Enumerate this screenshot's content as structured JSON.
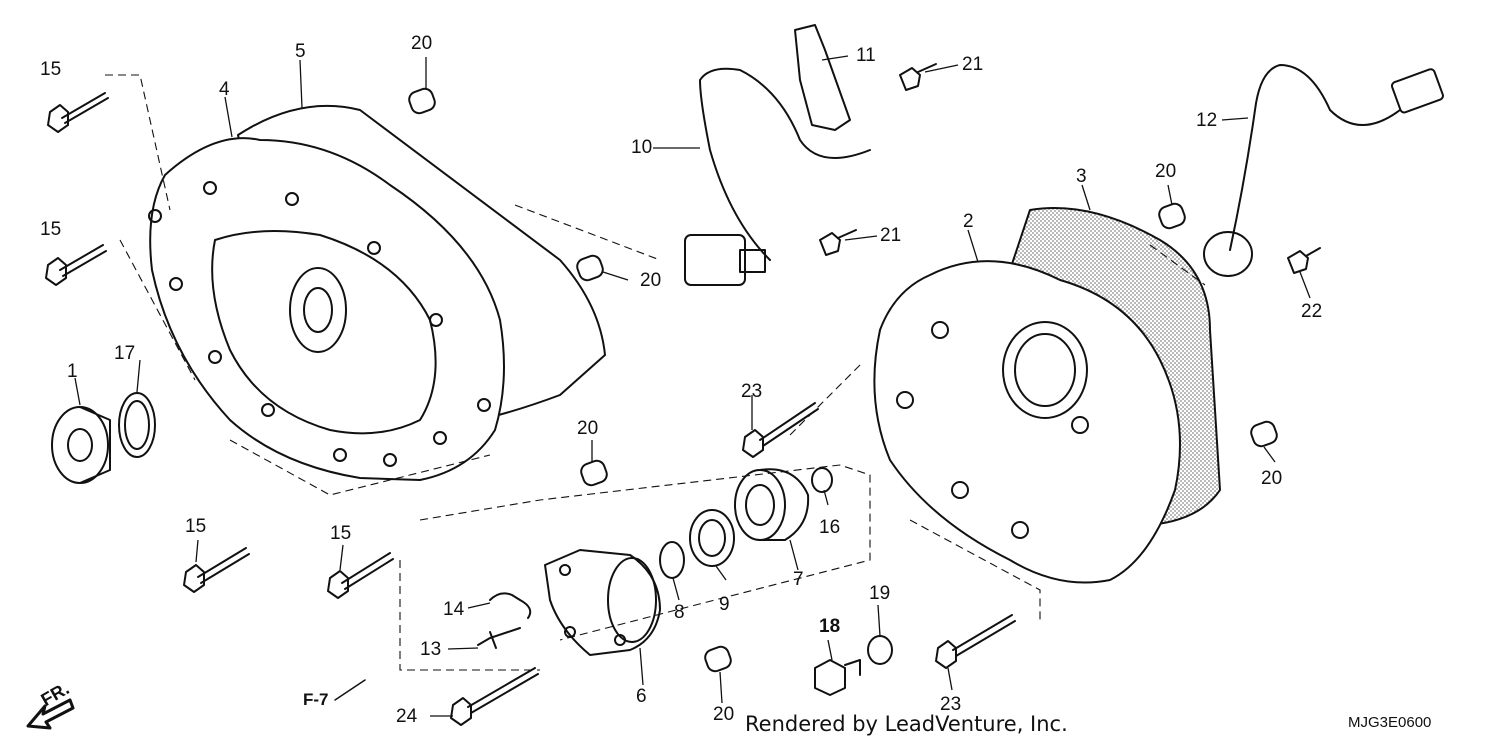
{
  "callouts": [
    {
      "id": "label-1",
      "text": "1"
    },
    {
      "id": "label-2",
      "text": "2"
    },
    {
      "id": "label-3",
      "text": "3"
    },
    {
      "id": "label-4",
      "text": "4"
    },
    {
      "id": "label-5",
      "text": "5"
    },
    {
      "id": "label-6",
      "text": "6"
    },
    {
      "id": "label-7",
      "text": "7"
    },
    {
      "id": "label-8",
      "text": "8"
    },
    {
      "id": "label-9",
      "text": "9"
    },
    {
      "id": "label-10",
      "text": "10"
    },
    {
      "id": "label-11",
      "text": "11"
    },
    {
      "id": "label-12",
      "text": "12"
    },
    {
      "id": "label-13",
      "text": "13"
    },
    {
      "id": "label-14",
      "text": "14"
    },
    {
      "id": "label-15a",
      "text": "15"
    },
    {
      "id": "label-15b",
      "text": "15"
    },
    {
      "id": "label-15c",
      "text": "15"
    },
    {
      "id": "label-15d",
      "text": "15"
    },
    {
      "id": "label-16",
      "text": "16"
    },
    {
      "id": "label-17",
      "text": "17"
    },
    {
      "id": "label-18",
      "text": "18"
    },
    {
      "id": "label-19",
      "text": "19"
    },
    {
      "id": "label-20a",
      "text": "20"
    },
    {
      "id": "label-20b",
      "text": "20"
    },
    {
      "id": "label-20c",
      "text": "20"
    },
    {
      "id": "label-20d",
      "text": "20"
    },
    {
      "id": "label-20e",
      "text": "20"
    },
    {
      "id": "label-20f",
      "text": "20"
    },
    {
      "id": "label-21a",
      "text": "21"
    },
    {
      "id": "label-21b",
      "text": "21"
    },
    {
      "id": "label-22",
      "text": "22"
    },
    {
      "id": "label-23a",
      "text": "23"
    },
    {
      "id": "label-23b",
      "text": "23"
    },
    {
      "id": "label-24",
      "text": "24"
    }
  ],
  "direction_marker": "FR.",
  "section_reference": "F-7",
  "credit": "Rendered by LeadVenture, Inc.",
  "diagram_code": "MJG3E0600",
  "colors": {
    "ink": "#111111",
    "paper": "#ffffff",
    "shade": "#9a9a9a"
  }
}
